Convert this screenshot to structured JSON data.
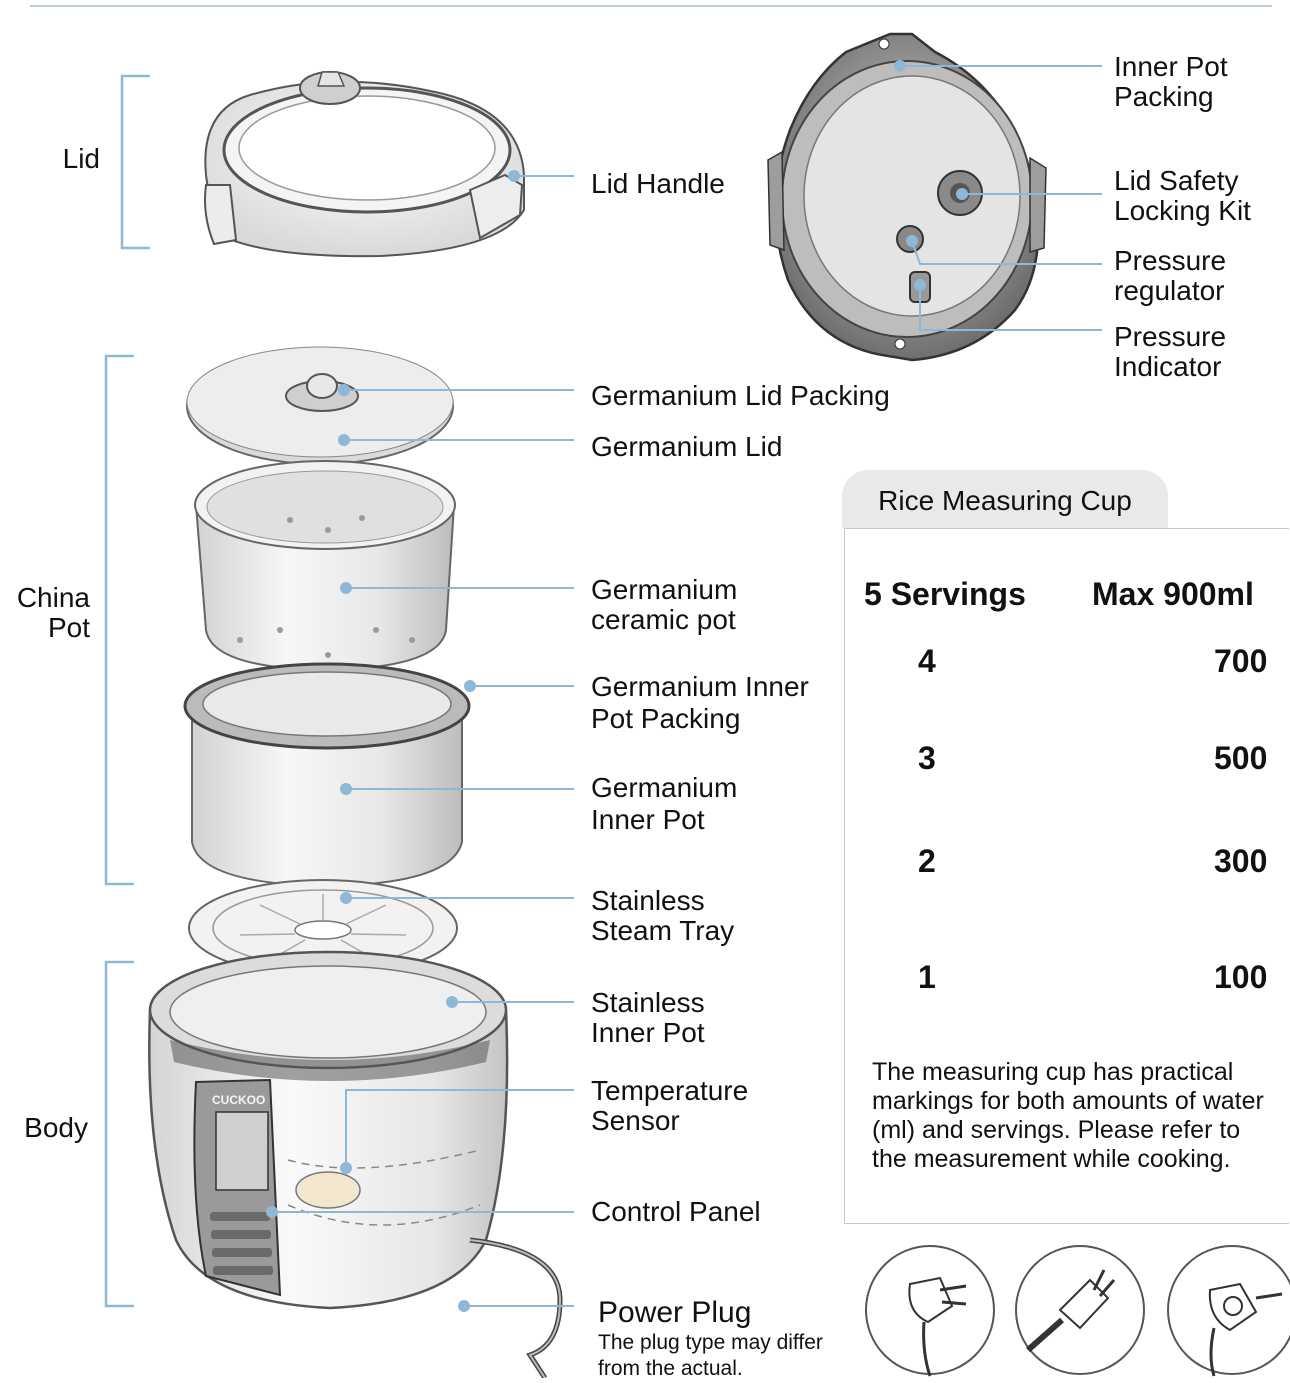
{
  "groups": {
    "lid": "Lid",
    "china_pot": "China Pot",
    "body": "Body"
  },
  "labels": {
    "lid_handle": "Lid Handle",
    "inner_pot_packing": "Inner Pot Packing",
    "lid_safety_locking_kit": "Lid Safety Locking Kit",
    "pressure_regulator": "Pressure regulator",
    "pressure_indicator": "Pressure Indicator",
    "germanium_lid_packing": "Germanium Lid Packing",
    "germanium_lid": "Germanium Lid",
    "germanium_ceramic_pot": "Germanium ceramic pot",
    "germanium_inner_pot_packing": "Germanium Inner Pot Packing",
    "germanium_inner_pot": "Germanium Inner Pot",
    "stainless_steam_tray": "Stainless Steam Tray",
    "stainless_inner_pot": "Stainless Inner Pot",
    "temperature_sensor": "Temperature Sensor",
    "control_panel": "Control Panel",
    "power_plug": "Power Plug",
    "power_plug_note": "The plug type may differ from the actual."
  },
  "cup": {
    "title": "Rice Measuring Cup",
    "servings_max": "5 Servings",
    "ml_max": "Max 900ml",
    "servings": [
      "4",
      "3",
      "2",
      "1"
    ],
    "ml": [
      "700",
      "500",
      "300",
      "100"
    ],
    "note": "The measuring cup has practical markings for both amounts of water (ml) and servings. Please refer to the measurement while cooking."
  },
  "brand": "CUCKOO",
  "colors": {
    "leader": "#8fb8d6",
    "bracket": "#8fb8d6",
    "tab": "#e9e9e9"
  },
  "plugs": [
    "uk-plug-icon",
    "us-plug-icon",
    "eu-plug-icon"
  ]
}
